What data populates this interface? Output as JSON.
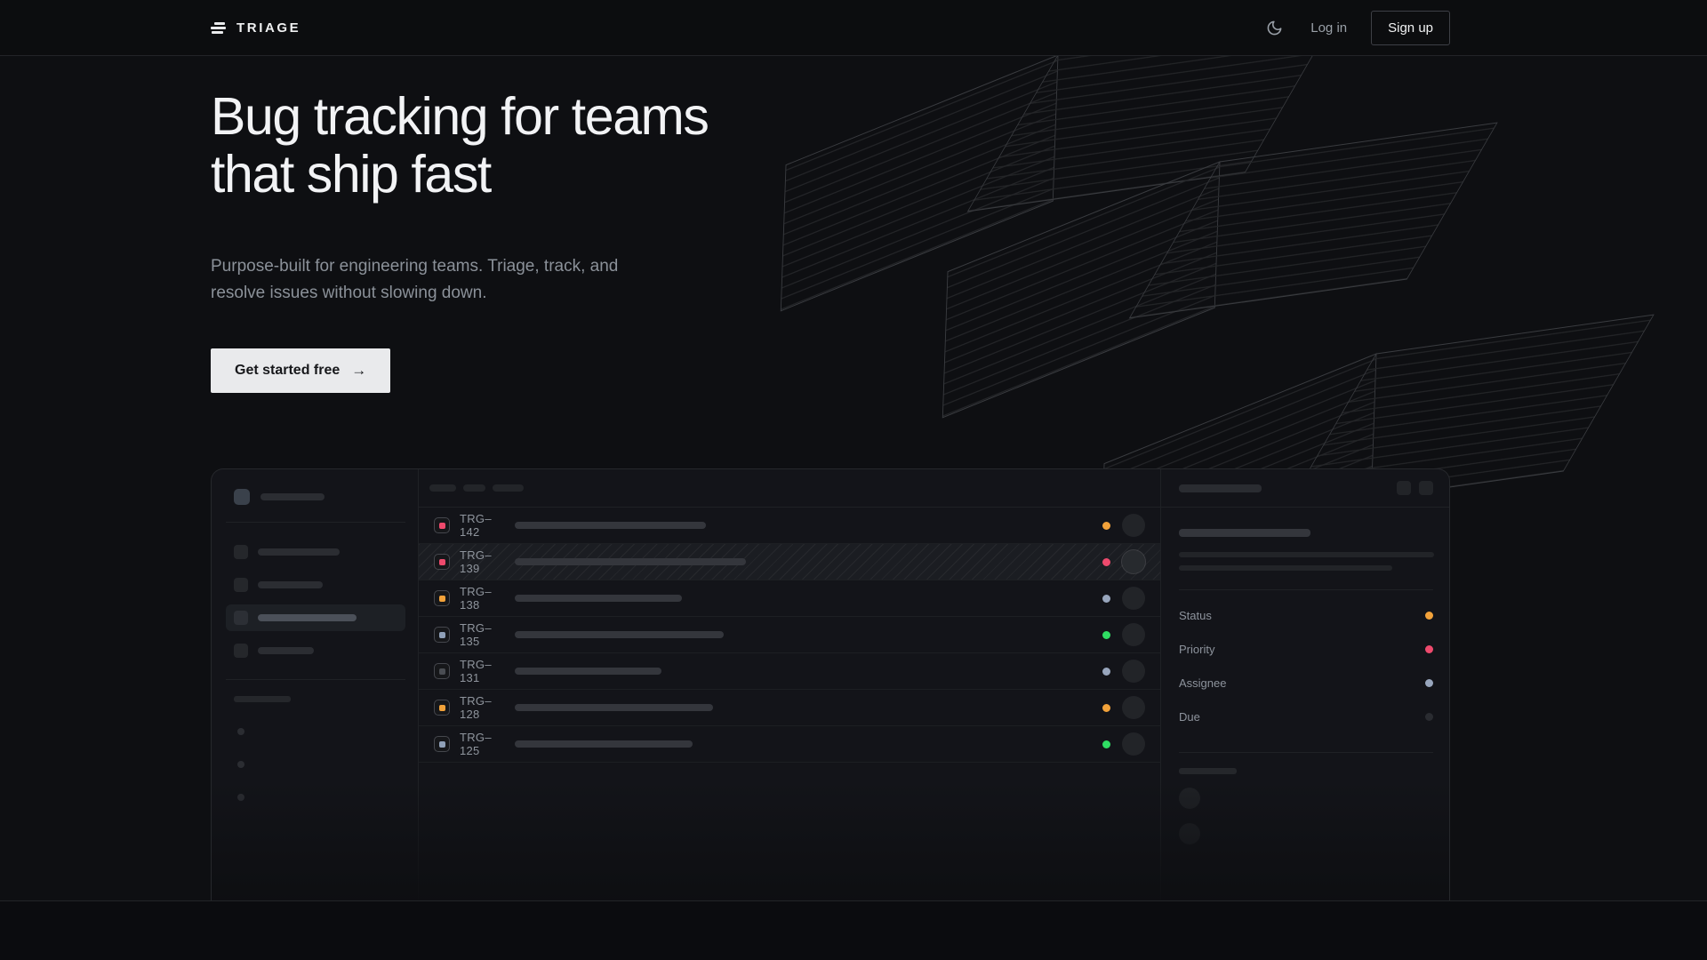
{
  "nav": {
    "brand": "TRIAGE",
    "theme_icon": "moon-icon",
    "log_in": "Log in",
    "sign_up": "Sign up"
  },
  "hero": {
    "title_line1": "Bug tracking for teams",
    "title_line2": "that ship fast",
    "subtitle": "Purpose-built for engineering teams. Triage, track, and resolve issues without slowing down.",
    "cta_label": "Get started free",
    "cta_arrow": "→"
  },
  "mockup": {
    "issues": [
      {
        "id": "TRG–142",
        "icon_color": "#ee4a6d",
        "status_color": "#f2a23a",
        "title_bar_width": 215,
        "selected": false
      },
      {
        "id": "TRG–139",
        "icon_color": "#ee4a6d",
        "status_color": "#ee4a6d",
        "title_bar_width": 260,
        "selected": true
      },
      {
        "id": "TRG–138",
        "icon_color": "#f2a23a",
        "status_color": "#98a6bd",
        "title_bar_width": 188,
        "selected": false
      },
      {
        "id": "TRG–135",
        "icon_color": "#8fa0b8",
        "status_color": "#2fdd63",
        "title_bar_width": 235,
        "selected": false
      },
      {
        "id": "TRG–131",
        "icon_color": "#4a4d53",
        "status_color": "#98a6bd",
        "title_bar_width": 165,
        "selected": false
      },
      {
        "id": "TRG–128",
        "icon_color": "#f2a23a",
        "status_color": "#f2a23a",
        "title_bar_width": 223,
        "selected": false
      },
      {
        "id": "TRG–125",
        "icon_color": "#8fa0b8",
        "status_color": "#2fdd63",
        "title_bar_width": 200,
        "selected": false
      }
    ],
    "detail_fields": [
      {
        "label": "Status",
        "dot_color": "#f2a23a"
      },
      {
        "label": "Priority",
        "dot_color": "#ee4a6d"
      },
      {
        "label": "Assignee",
        "dot_color": "#98a6bd"
      },
      {
        "label": "Due",
        "dot_color": "#2a2c31"
      }
    ]
  },
  "colors": {
    "amber": "#f2a23a",
    "pink": "#ee4a6d",
    "green": "#2fdd63",
    "lavender": "#98a6bd",
    "cta_background": "#e9eaec",
    "page_background": "#0e0f12"
  }
}
